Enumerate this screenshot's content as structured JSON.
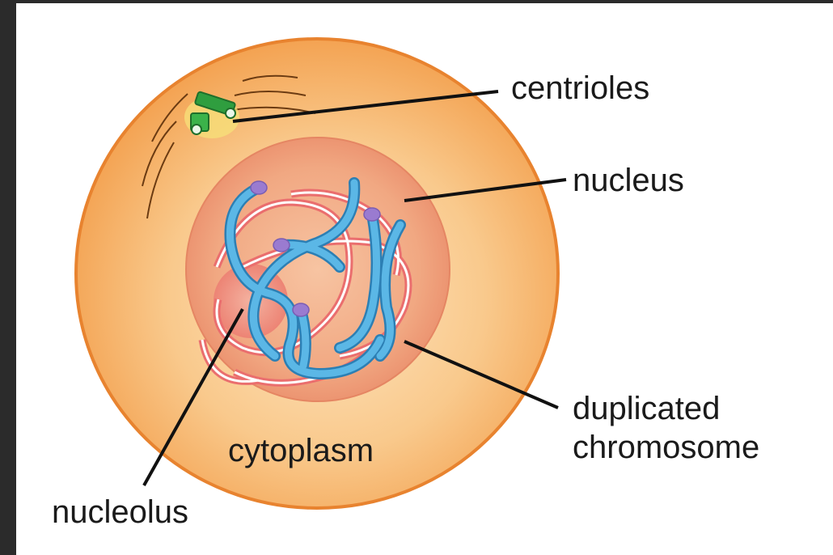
{
  "labels": {
    "centrioles": "centrioles",
    "nucleus": "nucleus",
    "duplicated_line1": "duplicated",
    "duplicated_line2": "chromosome",
    "cytoplasm": "cytoplasm",
    "nucleolus": "nucleolus"
  },
  "colors": {
    "frame_background": "#2b2b2b",
    "cell_fill_light": "#fbd9a6",
    "cell_fill_dark": "#f2994a",
    "cell_outline": "#e8832f",
    "nucleus_fill": "#f0a584",
    "nucleolus_fill": "#ef8a7a",
    "chromosome_blue": "#4ba8d9",
    "chromatin_red": "#ea6e6e",
    "centromere_purple": "#9a7bd0",
    "centriole_green": "#3bb34a"
  }
}
